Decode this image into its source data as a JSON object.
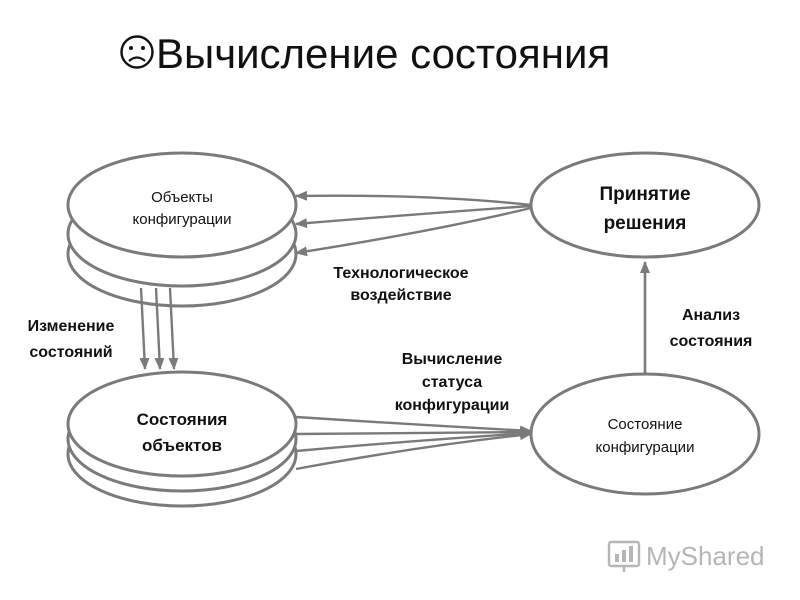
{
  "title": {
    "icon": "frowning-face-icon",
    "text": "Вычисление состояния"
  },
  "nodes": {
    "config_objects": {
      "line1": "Объекты",
      "line2": "конфигурации"
    },
    "decision": {
      "line1": "Принятие",
      "line2": "решения"
    },
    "object_states": {
      "line1": "Состояния",
      "line2": "объектов"
    },
    "config_state": {
      "line1": "Состояние",
      "line2": "конфигурации"
    }
  },
  "edges": {
    "tech_impact": {
      "line1": "Технологическое",
      "line2": "воздействие"
    },
    "state_change": {
      "line1": "Изменение",
      "line2": "состояний"
    },
    "status_calc": {
      "line1": "Вычисление",
      "line2": "статуса",
      "line3": "конфигурации"
    },
    "state_analysis": {
      "line1": "Анализ",
      "line2": "состояния"
    }
  },
  "watermark": {
    "text": "MyShared"
  },
  "colors": {
    "stroke": "#7a7a7a",
    "text": "#111111",
    "watermark": "#b5b5b5"
  }
}
